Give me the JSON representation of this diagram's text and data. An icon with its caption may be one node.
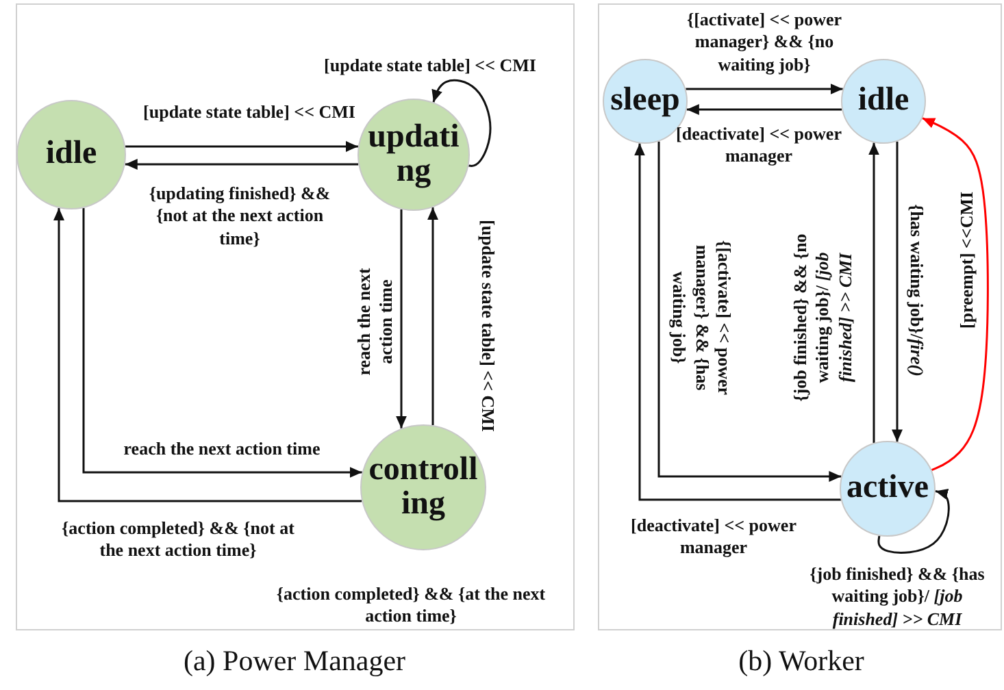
{
  "diagram": {
    "nodes": [
      {
        "text": [
          "idle"
        ]
      },
      {
        "text": [
          "updating"
        ]
      },
      {
        "text": [
          "controlling"
        ]
      },
      {
        "text": [
          "sleep"
        ]
      },
      {
        "text": [
          "idle"
        ]
      },
      {
        "text": [
          "active"
        ]
      }
    ],
    "edges": [
      {
        "from": 0,
        "to": 1,
        "arrow": "to",
        "label": "[update state table] << CMI"
      },
      {
        "from": 1,
        "to": 0,
        "arrow": "to",
        "label": "{updating finished} && {not at the next action time}"
      },
      {
        "from": 1,
        "to": 1,
        "arrow": "to",
        "label": "[update state table] << CMI"
      },
      {
        "from": 1,
        "to": 2,
        "arrow": "to",
        "label": "reach the next action time"
      },
      {
        "from": 2,
        "to": 1,
        "arrow": "to",
        "label": "[update state table] << CMI"
      },
      {
        "from": 0,
        "to": 2,
        "arrow": "to",
        "label": "reach the next action time"
      },
      {
        "from": 2,
        "to": 0,
        "arrow": "to",
        "label": "{action completed} && {not at the next action time}"
      },
      {
        "from": 3,
        "to": 4,
        "arrow": "to",
        "label": "{[activate] << power manager} && {no waiting job}"
      },
      {
        "from": 4,
        "to": 3,
        "arrow": "to",
        "label": "[deactivate] << power manager"
      },
      {
        "from": 3,
        "to": 5,
        "arrow": "to",
        "label": "{[activate] << power manager} && {has waiting job}"
      },
      {
        "from": 5,
        "to": 3,
        "arrow": "to",
        "label": "[deactivate] << power manager"
      },
      {
        "from": 5,
        "to": 4,
        "arrow": "to",
        "label": "{job finished} && {no waiting job}/ *[job finished] >> CMI*"
      },
      {
        "from": 4,
        "to": 5,
        "arrow": "to",
        "label": "{has waiting job}/*fire()*"
      },
      {
        "from": 5,
        "to": 4,
        "arrow": "to",
        "label": "[preempt] <<CMI",
        "color": "#ff0000"
      },
      {
        "from": 5,
        "to": 5,
        "arrow": "to",
        "label": "{job finished} && {has waiting job}/ *[job finished] >> CMI*"
      }
    ],
    "labels": [
      "{action completed} && {at the next action time}",
      "(a) Power Manager",
      "(b) Worker"
    ]
  }
}
